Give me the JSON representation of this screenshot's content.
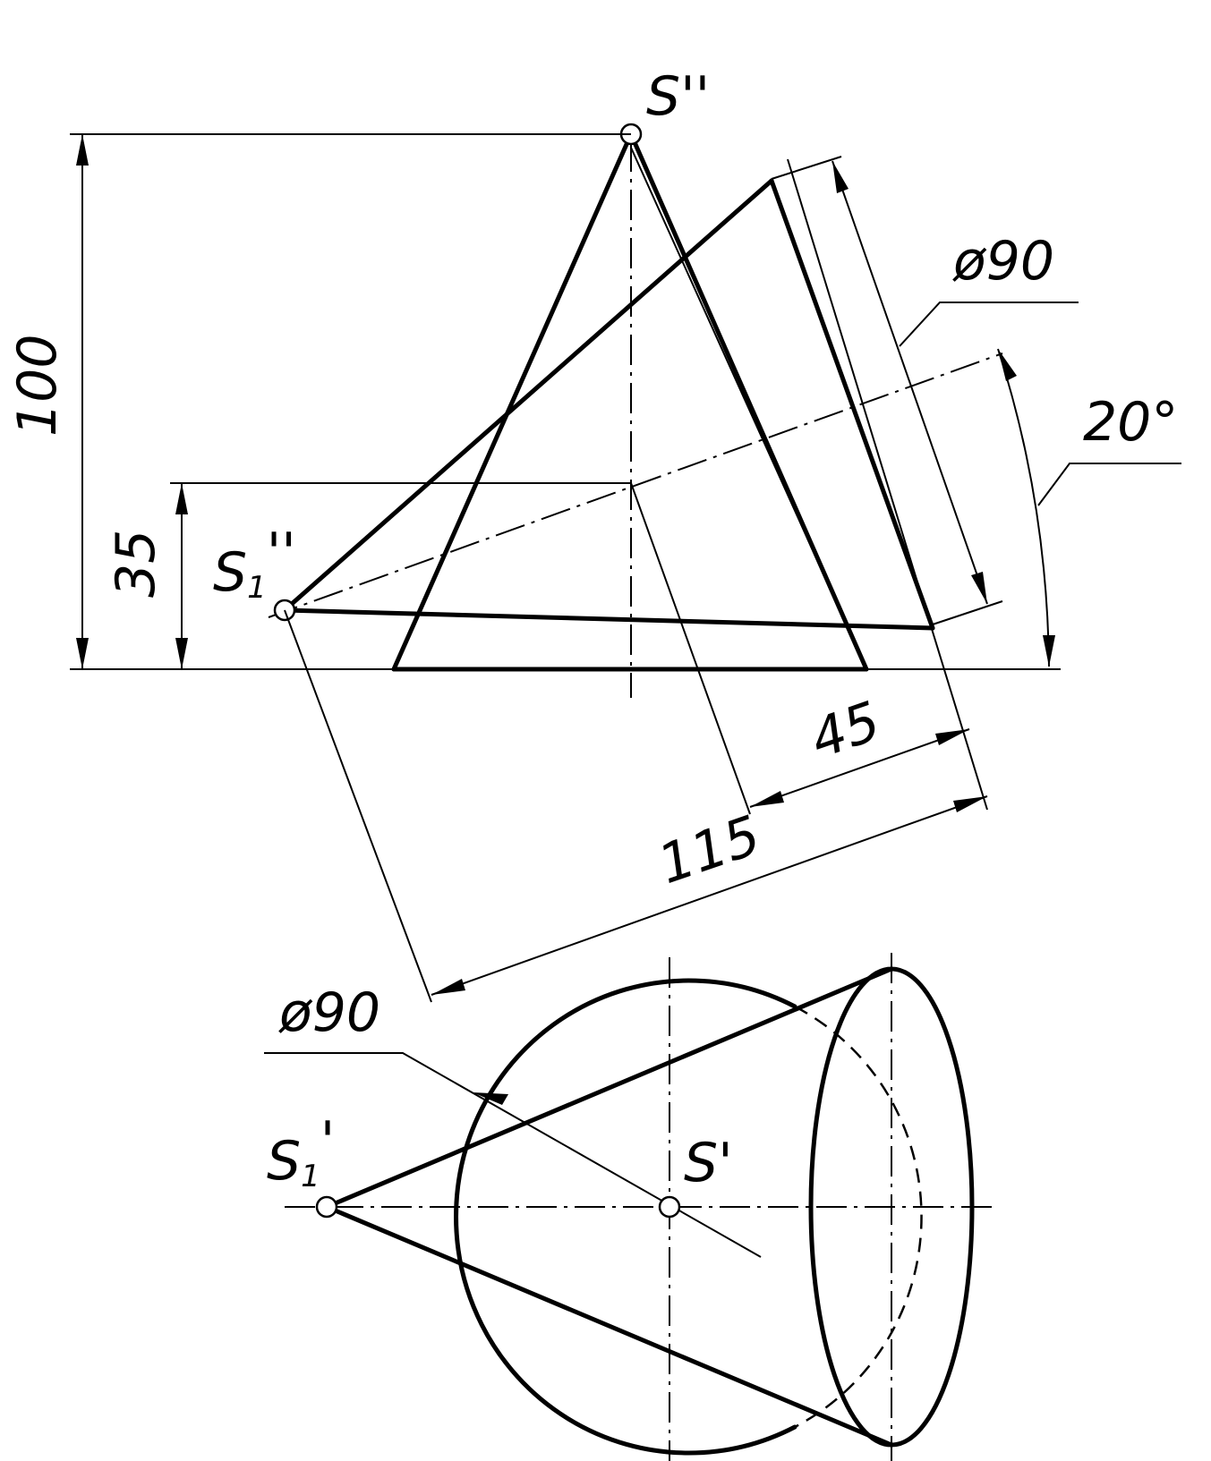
{
  "points": {
    "s_front": "S''",
    "s1_front_main": "S",
    "s1_front_sub": "1",
    "s1_front_mark": "''",
    "s_top": "S'",
    "s1_top_main": "S",
    "s1_top_sub": "1",
    "s1_top_mark": "'"
  },
  "dimensions": {
    "height_total": "100",
    "height_axis": "35",
    "diameter_front": "ø90",
    "diameter_top": "ø90",
    "angle": "20°",
    "length_45": "45",
    "length_115": "115"
  }
}
